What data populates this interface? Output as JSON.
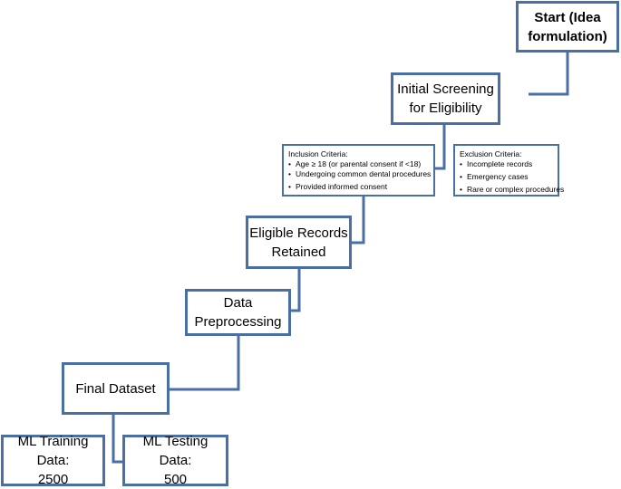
{
  "nodes": {
    "start": {
      "lines": [
        "Start (Idea",
        "formulation)"
      ]
    },
    "screening": {
      "lines": [
        "Initial Screening",
        "for Eligibility"
      ]
    },
    "inclusion": {
      "title": "Inclusion Criteria:",
      "items": [
        "Age ≥ 18 (or parental consent if <18)",
        "Undergoing common dental procedures",
        "Provided informed consent"
      ]
    },
    "exclusion": {
      "title": "Exclusion Criteria:",
      "items": [
        "Incomplete records",
        "Emergency cases",
        "Rare or complex procedures"
      ]
    },
    "eligible": {
      "lines": [
        "Eligible Records",
        "Retained"
      ]
    },
    "preprocessing": {
      "lines": [
        "Data",
        "Preprocessing"
      ]
    },
    "final": {
      "lines": [
        "Final Dataset"
      ]
    },
    "training": {
      "lines": [
        "ML Training Data:",
        "2500"
      ]
    },
    "testing": {
      "lines": [
        "ML Testing Data:",
        "500"
      ]
    }
  },
  "colors": {
    "border": "#4a6fa5",
    "connector": "#4a6fa5"
  },
  "bullet_glyph": "•"
}
